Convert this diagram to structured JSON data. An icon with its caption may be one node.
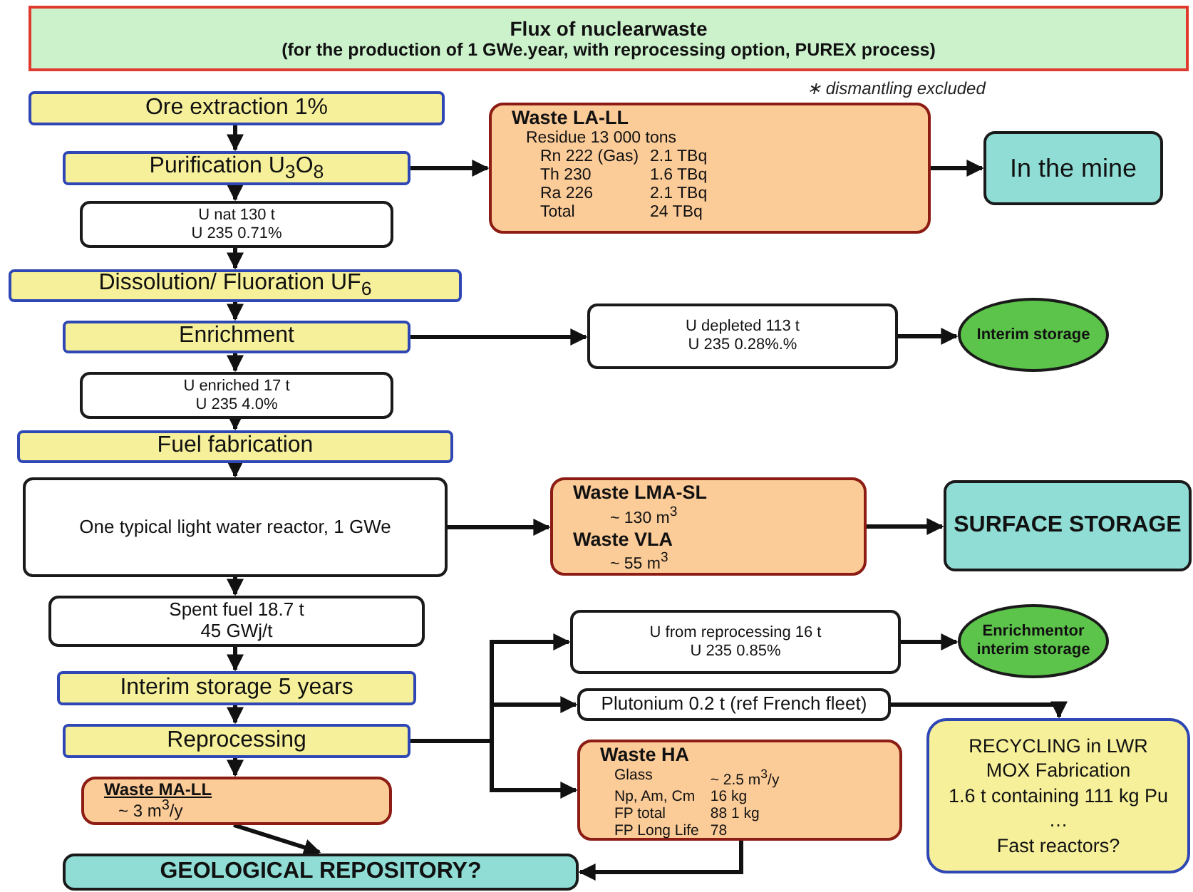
{
  "diagram": {
    "nodes": [
      {
        "text": [
          "Flux of nuclearwaste",
          "(for the production of 1 GWe.year, with reprocessing option, PUREX process)"
        ]
      },
      {
        "text": [
          "Ore extraction 1%"
        ]
      },
      {
        "text": [
          "Purification U$_{3}$O$_{8}$"
        ]
      },
      {
        "text": [
          "U nat 130 t",
          "U 235 0.71%"
        ]
      },
      {
        "text": [
          "Dissolution/ Fluoration UF$_{6}$"
        ]
      },
      {
        "text": [
          "Enrichment"
        ]
      },
      {
        "text": [
          "U enriched 17 t",
          "U 235 4.0%"
        ]
      },
      {
        "text": [
          "Fuel fabrication"
        ]
      },
      {
        "text": [
          "One typical light water reactor, 1 GWe"
        ]
      },
      {
        "text": [
          "Spent fuel 18.7 t",
          "45 GWj/t"
        ]
      },
      {
        "text": [
          "Interim storage 5 years"
        ]
      },
      {
        "text": [
          "Reprocessing"
        ]
      },
      {
        "text": [
          "Waste MA-LL",
          "~ 3 m$^{3}$/y"
        ]
      },
      {
        "text": [
          "GEOLOGICAL REPOSITORY?"
        ]
      },
      {
        "text": [
          "Waste LA-LL",
          "Residue 13 000 tons",
          "Rn 222 (Gas)",
          "2.1 TBq",
          "Th 230",
          "1.6 TBq",
          "Ra 226",
          "2.1 TBq",
          "Total",
          "24 TBq"
        ]
      },
      {
        "text": [
          "In the mine"
        ]
      },
      {
        "text": [
          "U depleted 113 t",
          "U 235 0.28%.%"
        ]
      },
      {
        "text": [
          "Interim storage"
        ]
      },
      {
        "text": [
          "Waste LMA-SL",
          "~ 130 m$^{3}$",
          "Waste VLA",
          "~ 55 m$^{3}$"
        ]
      },
      {
        "text": [
          "SURFACE STORAGE"
        ]
      },
      {
        "text": [
          "U from reprocessing 16 t",
          "U 235 0.85%"
        ]
      },
      {
        "text": [
          "Enrichmentor interim storage"
        ]
      },
      {
        "text": [
          "Plutonium 0.2 t (ref French fleet)"
        ]
      },
      {
        "text": [
          "Waste HA",
          "Glass",
          "~ 2.5 m$^{3}$/y",
          "Np, Am, Cm",
          "16 kg",
          "FP total",
          "88 1 kg",
          "FP Long Life",
          "78"
        ]
      },
      {
        "text": [
          "RECYCLING in LWR",
          "MOX Fabrication",
          "1.6 t containing 111 kg Pu",
          "…",
          "Fast reactors?"
        ]
      }
    ],
    "edges": [
      {
        "from": 1,
        "to": 2,
        "arrow": "to"
      },
      {
        "from": 2,
        "to": 3,
        "arrow": "to"
      },
      {
        "from": 3,
        "to": 4,
        "arrow": "to"
      },
      {
        "from": 4,
        "to": 5,
        "arrow": "to"
      },
      {
        "from": 5,
        "to": 6,
        "arrow": "to"
      },
      {
        "from": 6,
        "to": 7,
        "arrow": "to"
      },
      {
        "from": 7,
        "to": 8,
        "arrow": "to"
      },
      {
        "from": 8,
        "to": 9,
        "arrow": "to"
      },
      {
        "from": 9,
        "to": 10,
        "arrow": "to"
      },
      {
        "from": 10,
        "to": 11,
        "arrow": "to"
      },
      {
        "from": 11,
        "to": 12,
        "arrow": "to"
      },
      {
        "from": 12,
        "to": 13,
        "arrow": "to"
      },
      {
        "from": 2,
        "to": 14,
        "arrow": "to"
      },
      {
        "from": 14,
        "to": 15,
        "arrow": "to"
      },
      {
        "from": 5,
        "to": 16,
        "arrow": "to"
      },
      {
        "from": 16,
        "to": 17,
        "arrow": "to"
      },
      {
        "from": 8,
        "to": 18,
        "arrow": "to"
      },
      {
        "from": 18,
        "to": 19,
        "arrow": "to"
      },
      {
        "from": 11,
        "to": 20,
        "arrow": "to"
      },
      {
        "from": 11,
        "to": 22,
        "arrow": "to"
      },
      {
        "from": 11,
        "to": 23,
        "arrow": "to"
      },
      {
        "from": 20,
        "to": 21,
        "arrow": "to"
      },
      {
        "from": 22,
        "to": 24,
        "arrow": "to"
      },
      {
        "from": 23,
        "to": 13,
        "arrow": "to"
      }
    ],
    "labels": [
      "∗ dismantling excluded"
    ]
  }
}
